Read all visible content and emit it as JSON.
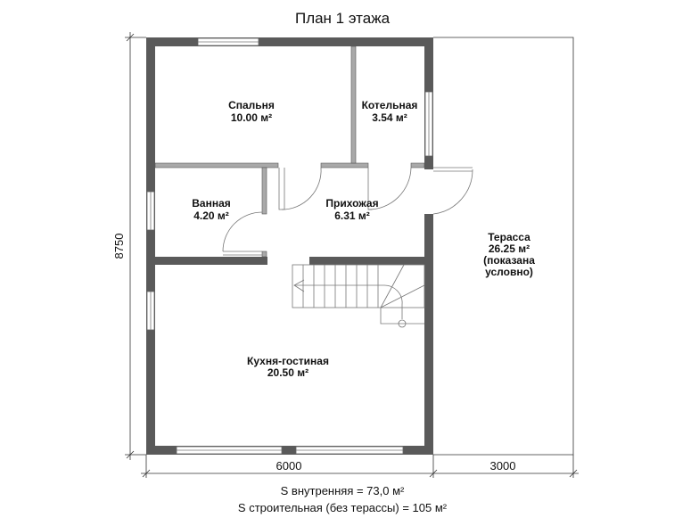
{
  "title": "План 1 этажа",
  "rooms": [
    {
      "name": "Спальня",
      "area": "10.00 м²"
    },
    {
      "name": "Котельная",
      "area": "3.54 м²"
    },
    {
      "name": "Ванная",
      "area": "4.20 м²"
    },
    {
      "name": "Прихожая",
      "area": "6.31 м²"
    },
    {
      "name": "Кухня-гостиная",
      "area": "20.50 м²"
    },
    {
      "name": "Терасса",
      "area": "26.25 м²",
      "note1": "(показана",
      "note2": "условно)"
    }
  ],
  "dimensions": {
    "height": "8750",
    "width_house": "6000",
    "width_terrace": "3000"
  },
  "summary": {
    "inner": "S внутренняя = 73,0 м²",
    "building": "S строительная (без терассы) = 105 м²"
  }
}
